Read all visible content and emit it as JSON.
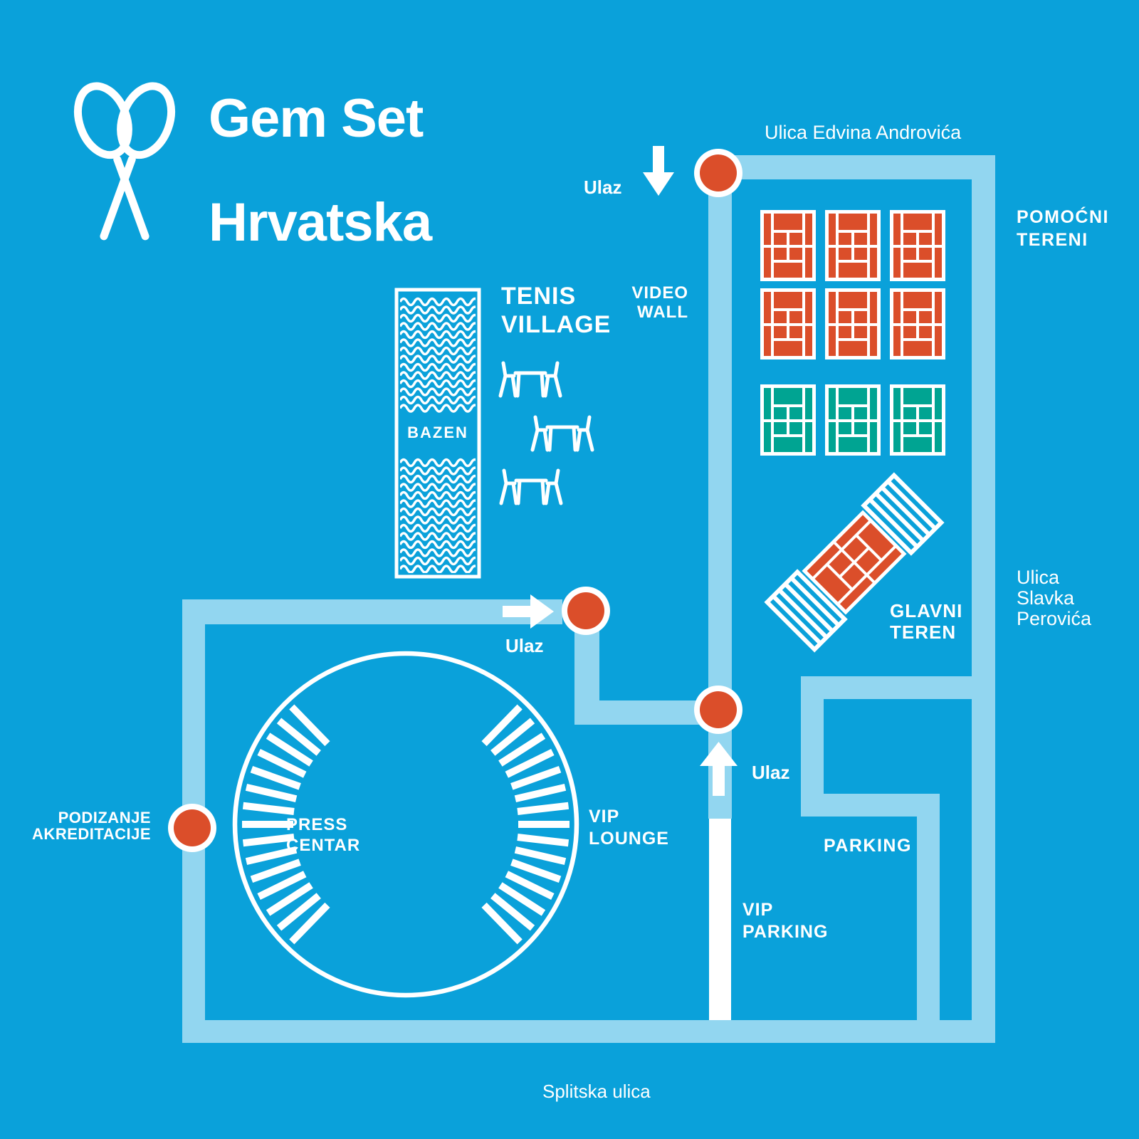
{
  "brand": {
    "title_line1": "Gem Set",
    "title_line2": "Hrvatska",
    "logo_icon": "crossed-tennis-rackets-heart"
  },
  "streets": {
    "top": "Ulica Edvina Androvića",
    "right": "Ulica\nSlavka\nPerovića",
    "bottom": "Splitska ulica"
  },
  "entrances": {
    "top_label": "Ulaz",
    "west_label": "Ulaz",
    "vip_label": "Ulaz"
  },
  "areas": {
    "pomocni_tereni": "POMOĆNI\nTERENI",
    "tenis_village": "TENIS\nVILLAGE",
    "video_wall": "VIDEO\nWALL",
    "bazen": "BAZEN",
    "glavni_teren": "GLAVNI\nTEREN",
    "press_centar": "PRESS\nCENTAR",
    "vip_lounge": "VIP\nLOUNGE",
    "podizanje_akreditacije": "PODIZANJE\nAKREDITACIJE",
    "parking": "PARKING",
    "vip_parking": "VIP\nPARKING"
  },
  "courts": {
    "clay_count": 6,
    "hard_count": 3,
    "grid_columns": 3
  },
  "icons": {
    "entrance_marker": "orange-dot-white-ring",
    "arrow_down": "white-down-arrow",
    "arrow_right": "white-right-arrow",
    "arrow_up": "white-up-arrow",
    "court": "tennis-court-top-view",
    "pool": "water-wave-lines",
    "table": "table-with-two-chairs",
    "stadium": "circle-with-stand-ticks"
  },
  "colors": {
    "background": "#0AA1DA",
    "road": "#92D6F0",
    "vip_road": "#FFFFFF",
    "marker": "#DB4E2A",
    "clay_court": "#DB4E2A",
    "hard_court": "#00A492",
    "line": "#FFFFFF"
  }
}
